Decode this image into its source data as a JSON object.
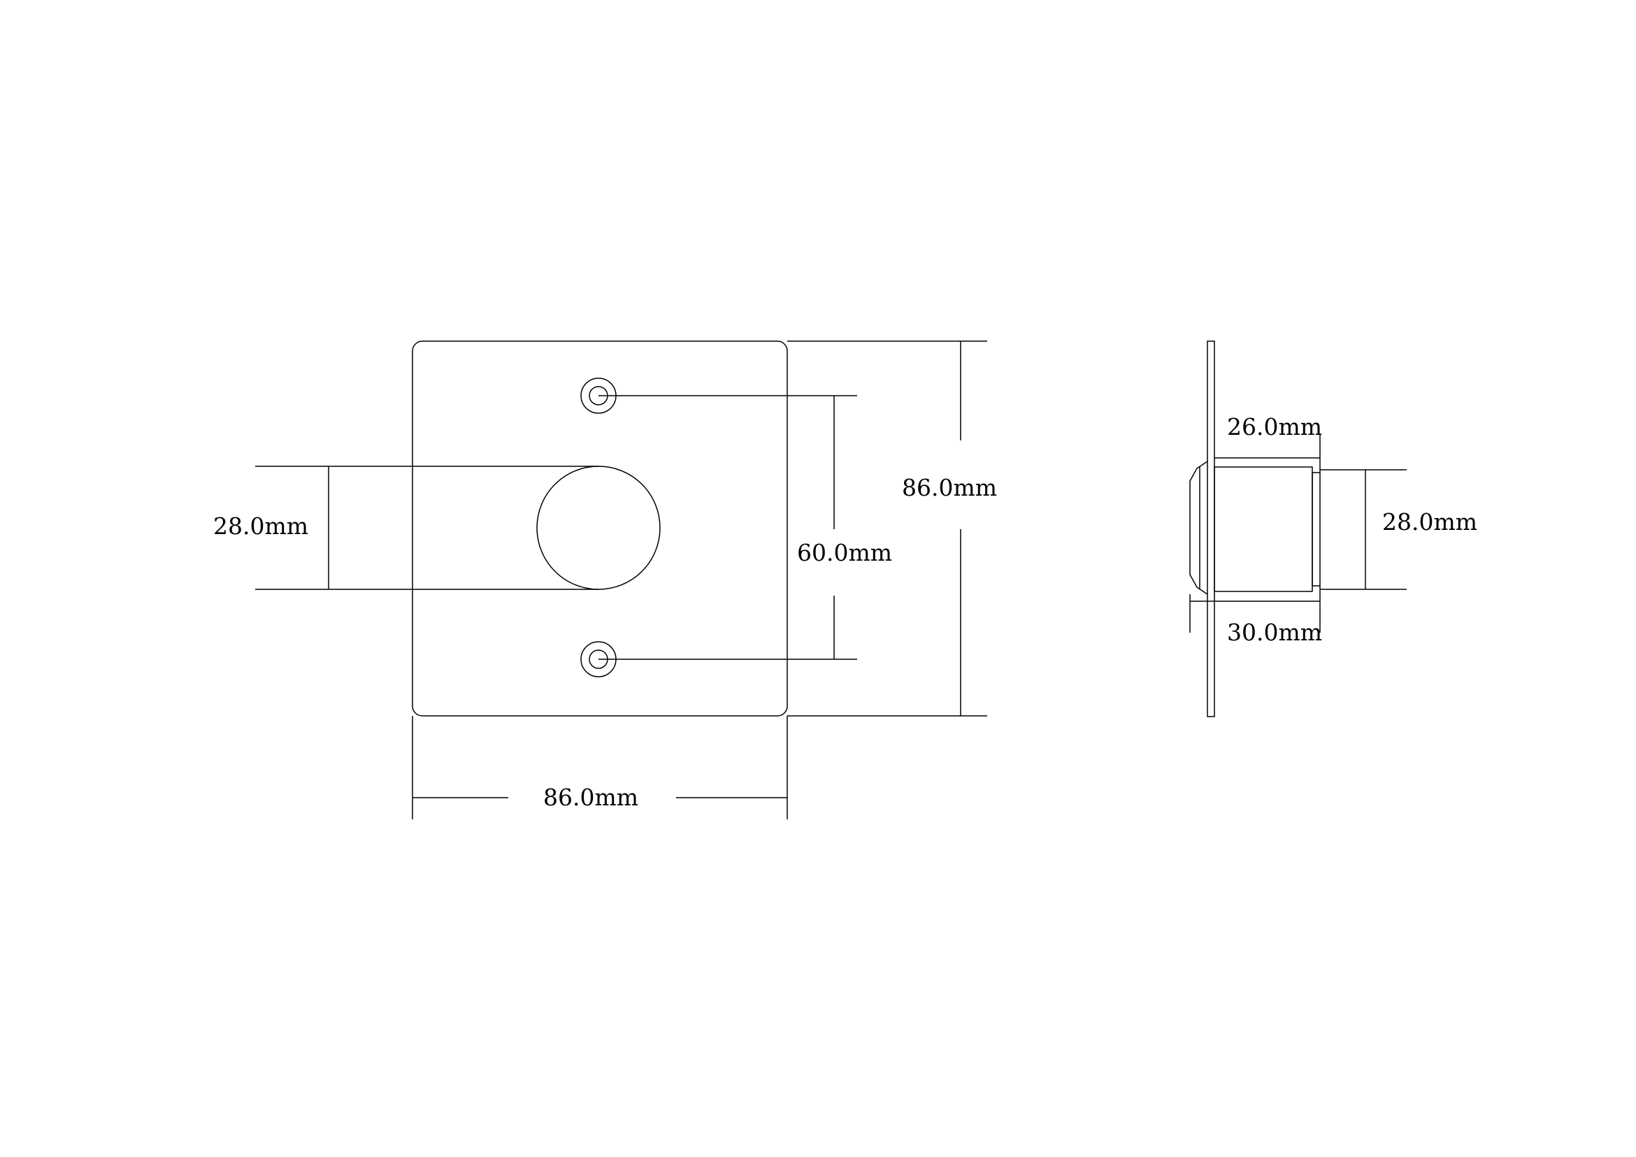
{
  "colors": {
    "background": "#ffffff",
    "line": "#000000"
  },
  "front_view": {
    "overall_height": "86.0mm",
    "overall_width": "86.0mm",
    "hole_spacing": "60.0mm",
    "button_diameter": "28.0mm"
  },
  "side_view": {
    "body_length": "26.0mm",
    "overall_depth": "30.0mm",
    "body_diameter": "28.0mm"
  }
}
